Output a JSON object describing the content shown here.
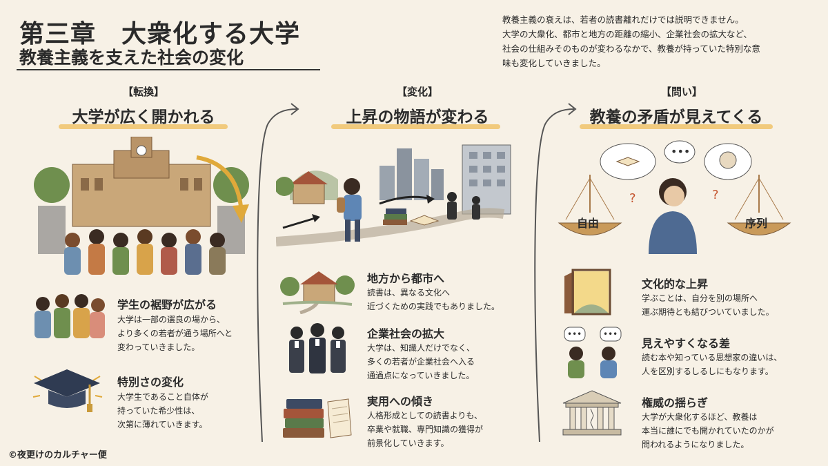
{
  "header": {
    "title": "第三章　大衆化する大学",
    "subtitle": "教養主義を支えた社会の変化"
  },
  "intro": {
    "lines": [
      "教養主義の衰えは、若者の読書離れだけでは説明できません。",
      "大学の大衆化、都市と地方の距離の縮小、企業社会の拡大など、",
      "社会の仕組みそのものが変わるなかで、教養が持っていた特別な意",
      "味も変化していきました。"
    ]
  },
  "columns": [
    {
      "tag": "【転換】",
      "heading": "大学が広く開かれる",
      "items": [
        {
          "title": "学生の裾野が広がる",
          "desc": [
            "大学は一部の選良の場から、",
            "より多くの若者が通う場所へと",
            "変わっていきました。"
          ]
        },
        {
          "title": "特別さの変化",
          "desc": [
            "大学生であること自体が",
            "持っていた希少性は、",
            "次第に薄れていきます。"
          ]
        }
      ]
    },
    {
      "tag": "【変化】",
      "heading": "上昇の物語が変わる",
      "items": [
        {
          "title": "地方から都市へ",
          "desc": [
            "読書は、異なる文化へ",
            "近づくための実践でもありました。"
          ]
        },
        {
          "title": "企業社会の拡大",
          "desc": [
            "大学は、知識人だけでなく、",
            "多くの若者が企業社会へ入る",
            "通過点になっていきました。"
          ]
        },
        {
          "title": "実用への傾き",
          "desc": [
            "人格形成としての読書よりも、",
            "卒業や就職、専門知識の獲得が",
            "前景化していきます。"
          ]
        }
      ]
    },
    {
      "tag": "【問い】",
      "heading": "教養の矛盾が見えてくる",
      "scale_left": "自由",
      "scale_right": "序列",
      "items": [
        {
          "title": "文化的な上昇",
          "desc": [
            "学ぶことは、自分を別の場所へ",
            "運ぶ期待とも結びついていました。"
          ]
        },
        {
          "title": "見えやすくなる差",
          "desc": [
            "読む本や知っている思想家の違いは、",
            "人を区別するしるしにもなります。"
          ]
        },
        {
          "title": "権威の揺らぎ",
          "desc": [
            "大学が大衆化するほど、教養は",
            "本当に誰にでも開かれていたのかが",
            "問われるようになりました。"
          ]
        }
      ]
    }
  ],
  "credit": "©夜更けのカルチャー便",
  "colors": {
    "background": "#f7f1e6",
    "highlight": "#f0c36a",
    "arrow": "#e0a93a",
    "text": "#2a2a2a"
  }
}
